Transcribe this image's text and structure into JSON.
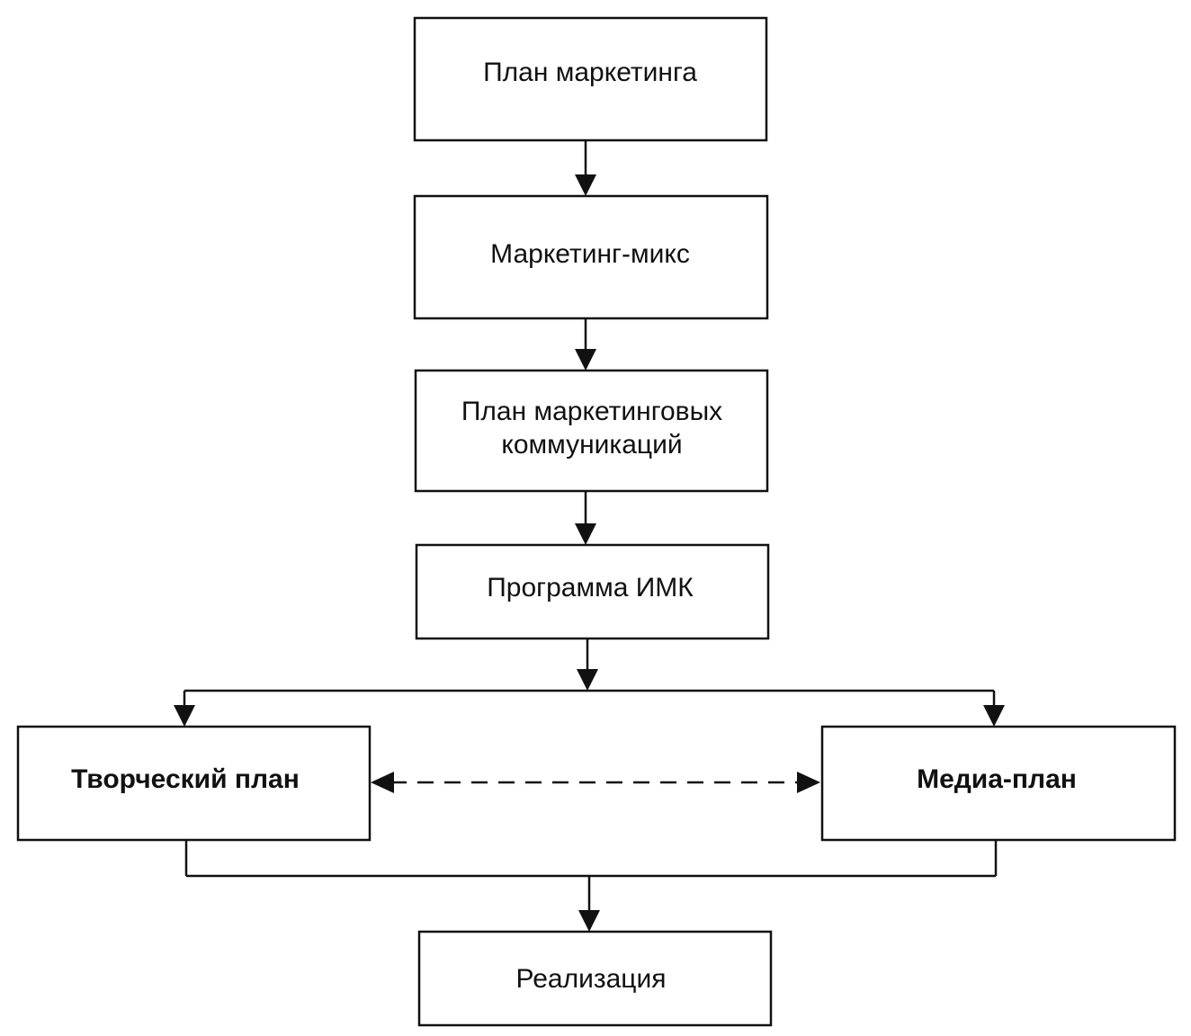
{
  "nodes": [
    {
      "id": "marketing-plan",
      "lines": [
        "План маркетинга"
      ]
    },
    {
      "id": "marketing-mix",
      "lines": [
        "Маркетинг-микс"
      ]
    },
    {
      "id": "marcom-plan",
      "lines": [
        "План маркетинговых",
        "коммуникаций"
      ]
    },
    {
      "id": "imc-program",
      "lines": [
        "Программа ИМК"
      ]
    },
    {
      "id": "creative-plan",
      "lines": [
        "Творческий план"
      ]
    },
    {
      "id": "media-plan",
      "lines": [
        "Медиа-план"
      ]
    },
    {
      "id": "implementation",
      "lines": [
        "Реализация"
      ]
    }
  ],
  "edges": [
    {
      "from": "marketing-plan",
      "to": "marketing-mix",
      "style": "solid"
    },
    {
      "from": "marketing-mix",
      "to": "marcom-plan",
      "style": "solid"
    },
    {
      "from": "marcom-plan",
      "to": "imc-program",
      "style": "solid"
    },
    {
      "from": "imc-program",
      "to": "creative-plan",
      "style": "solid"
    },
    {
      "from": "imc-program",
      "to": "media-plan",
      "style": "solid"
    },
    {
      "from": "creative-plan",
      "to": "media-plan",
      "style": "dashed",
      "bidirectional": true
    },
    {
      "from": "creative-plan",
      "to": "implementation",
      "style": "solid"
    },
    {
      "from": "media-plan",
      "to": "implementation",
      "style": "solid"
    }
  ]
}
